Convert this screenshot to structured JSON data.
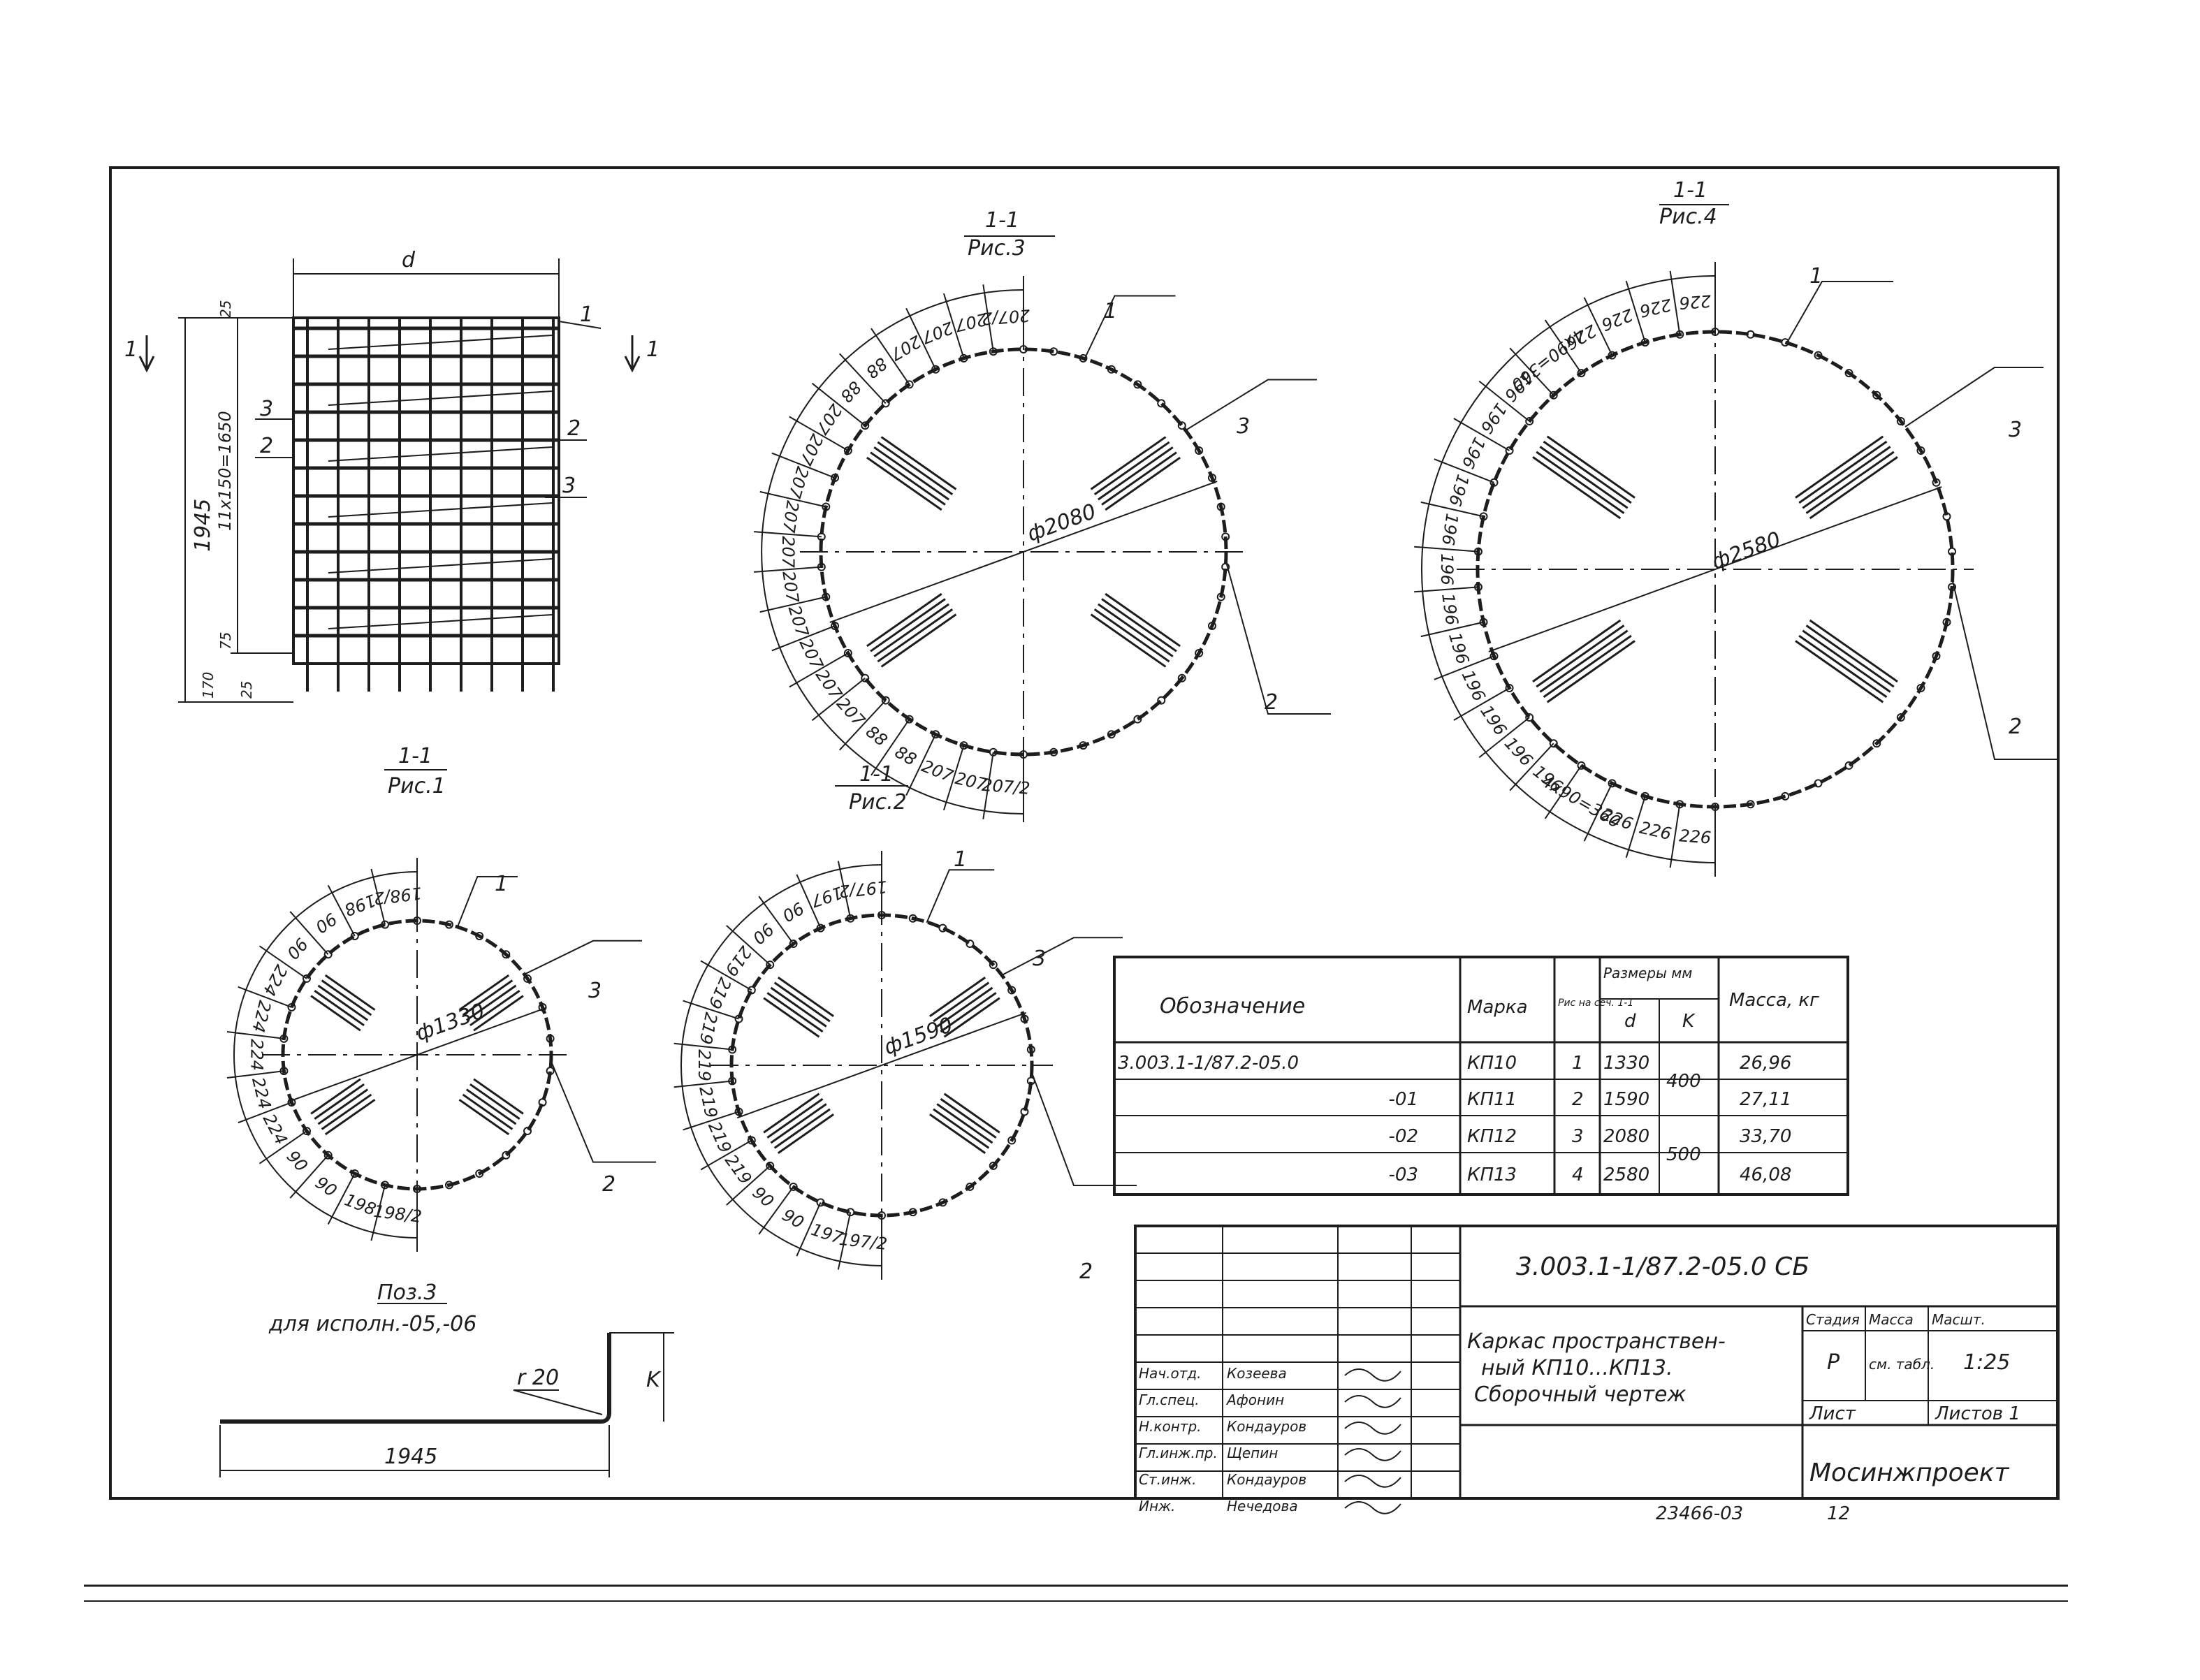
{
  "views": {
    "ris1": {
      "section": "1-1",
      "caption": "Рис.1",
      "width": "d",
      "height_total": "1945",
      "pitch": "11x150=1650",
      "top": "25",
      "bottom_a": "75",
      "bottom_b": "170",
      "bottom_c": "25",
      "pos": [
        "1",
        "2",
        "3",
        "2",
        "3"
      ],
      "section_mark": "1"
    },
    "ris3": {
      "section": "1-1",
      "caption": "Рис.3",
      "diameter": "ф2080",
      "pos": [
        "1",
        "3",
        "2"
      ],
      "pitch_labels": [
        "207/2",
        "207",
        "207",
        "207",
        "88",
        "88",
        "207",
        "207",
        "207",
        "207",
        "207",
        "207",
        "207",
        "207",
        "207",
        "207",
        "88",
        "88",
        "207",
        "207",
        "207/2"
      ]
    },
    "ris2": {
      "section": "1-1",
      "caption": "Рис.2"
    },
    "ris4": {
      "section": "1-1",
      "caption": "Рис.4",
      "diameter": "ф2580",
      "pos": [
        "1",
        "3",
        "2"
      ],
      "pitch_labels": [
        "226",
        "226",
        "226",
        "226",
        "4x90=360",
        "196",
        "196",
        "196",
        "196",
        "196",
        "196",
        "196",
        "196",
        "196",
        "196",
        "196",
        "196",
        "4x90=360",
        "226",
        "226",
        "226"
      ]
    },
    "ris_small1": {
      "diameter": "ф1330",
      "pos": [
        "1",
        "3",
        "2"
      ],
      "pitch_labels": [
        "198/2",
        "198",
        "90",
        "90",
        "224",
        "224",
        "224",
        "224",
        "224",
        "90",
        "90",
        "198",
        "198/2"
      ]
    },
    "ris_small2": {
      "diameter": "ф1590",
      "pos": [
        "1",
        "3",
        "2"
      ],
      "pitch_labels": [
        "197/2",
        "197",
        "90",
        "90",
        "219",
        "219",
        "219",
        "219",
        "219",
        "219",
        "219",
        "90",
        "90",
        "197",
        "197/2"
      ]
    },
    "pos3": {
      "title": "Поз.3",
      "subtitle": "для исполн.-05,-06",
      "radius": "r 20",
      "length": "1945",
      "height": "K"
    }
  },
  "spec_table": {
    "headers": {
      "designation": "Обозначение",
      "mark": "Марка",
      "fig": "Рис на сеч. 1-1",
      "dims": "Размеры мм",
      "d": "d",
      "k": "K",
      "mass": "Масса, кг"
    },
    "rows": [
      {
        "designation": "3.003.1-1/87.2-05.0",
        "mark": "КП10",
        "fig": "1",
        "d": "1330",
        "k": "400",
        "mass": "26,96"
      },
      {
        "designation": "-01",
        "mark": "КП11",
        "fig": "2",
        "d": "1590",
        "k": "",
        "mass": "27,11"
      },
      {
        "designation": "-02",
        "mark": "КП12",
        "fig": "3",
        "d": "2080",
        "k": "500",
        "mass": "33,70"
      },
      {
        "designation": "-03",
        "mark": "КП13",
        "fig": "4",
        "d": "2580",
        "k": "",
        "mass": "46,08"
      }
    ]
  },
  "title_block": {
    "code": "3.003.1-1/87.2-05.0 СБ",
    "name_line1": "Каркас пространствен-",
    "name_line2": "ный КП10...КП13.",
    "name_line3": "Сборочный чертеж",
    "stage_label": "Стадия",
    "mass_label": "Масса",
    "scale_label": "Масшт.",
    "stage": "Р",
    "mass": "см. табл.",
    "scale": "1:25",
    "sheet_label": "Лист",
    "sheets_label": "Листов 1",
    "org": "Мосинжпроект",
    "roles": [
      {
        "role": "Нач.отд.",
        "name": "Козеева"
      },
      {
        "role": "Гл.спец.",
        "name": "Афонин"
      },
      {
        "role": "Н.контр.",
        "name": "Кондауров"
      },
      {
        "role": "Гл.инж.пр.",
        "name": "Щепин"
      },
      {
        "role": "Ст.инж.",
        "name": "Кондауров"
      },
      {
        "role": "Инж.",
        "name": "Нечедова"
      }
    ]
  },
  "footer_number": "23466-03",
  "footer_page": "12"
}
